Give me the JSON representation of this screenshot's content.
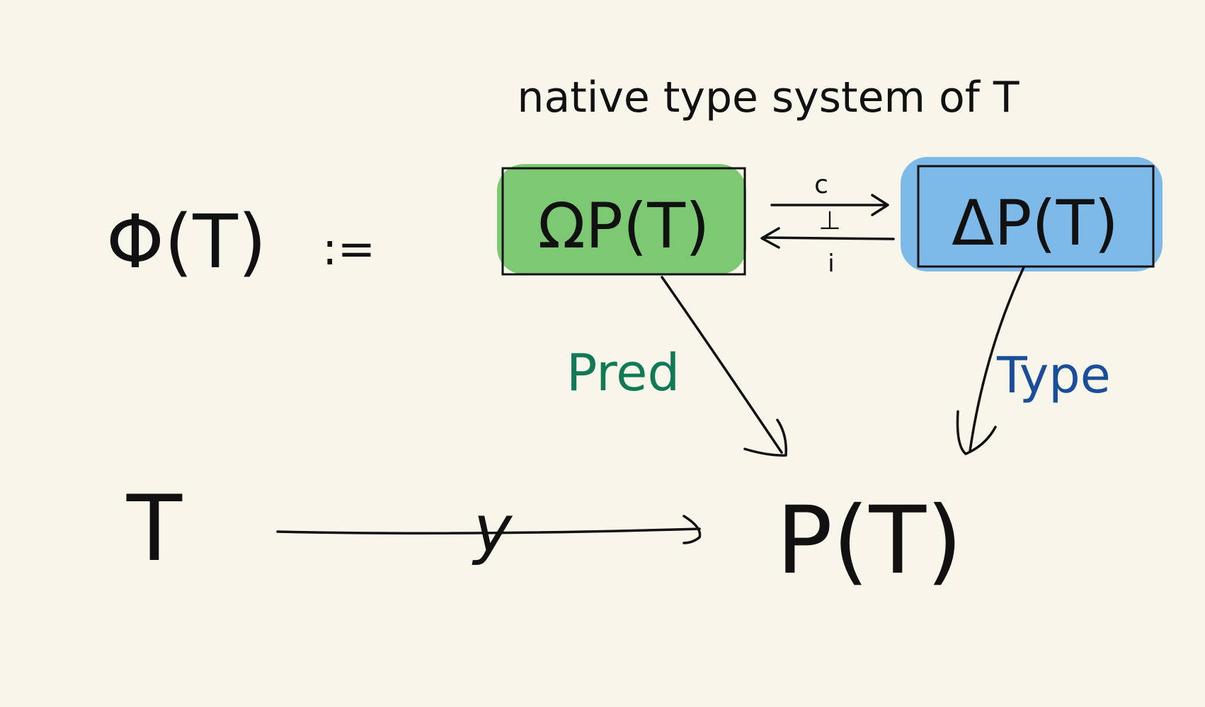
{
  "heading": "native type system of T",
  "definition": {
    "lhs": "Φ(T)",
    "assign": ":="
  },
  "boxes": {
    "omega": {
      "label": "ΩP(T)",
      "fill": "#7dc872"
    },
    "delta": {
      "label": "ΔP(T)",
      "fill": "#7dbae9"
    }
  },
  "adjunction": {
    "top": "c",
    "middle": "⊥",
    "bottom": "i"
  },
  "arrows": {
    "pred": {
      "label": "Pred",
      "color": "#0f7a55"
    },
    "type": {
      "label": "Type",
      "color": "#1a4e9a"
    },
    "yoneda": {
      "label": "y"
    }
  },
  "base": {
    "source": "T",
    "target": "P(T)"
  },
  "colors": {
    "background": "#f8f6eb",
    "ink": "#111111"
  }
}
